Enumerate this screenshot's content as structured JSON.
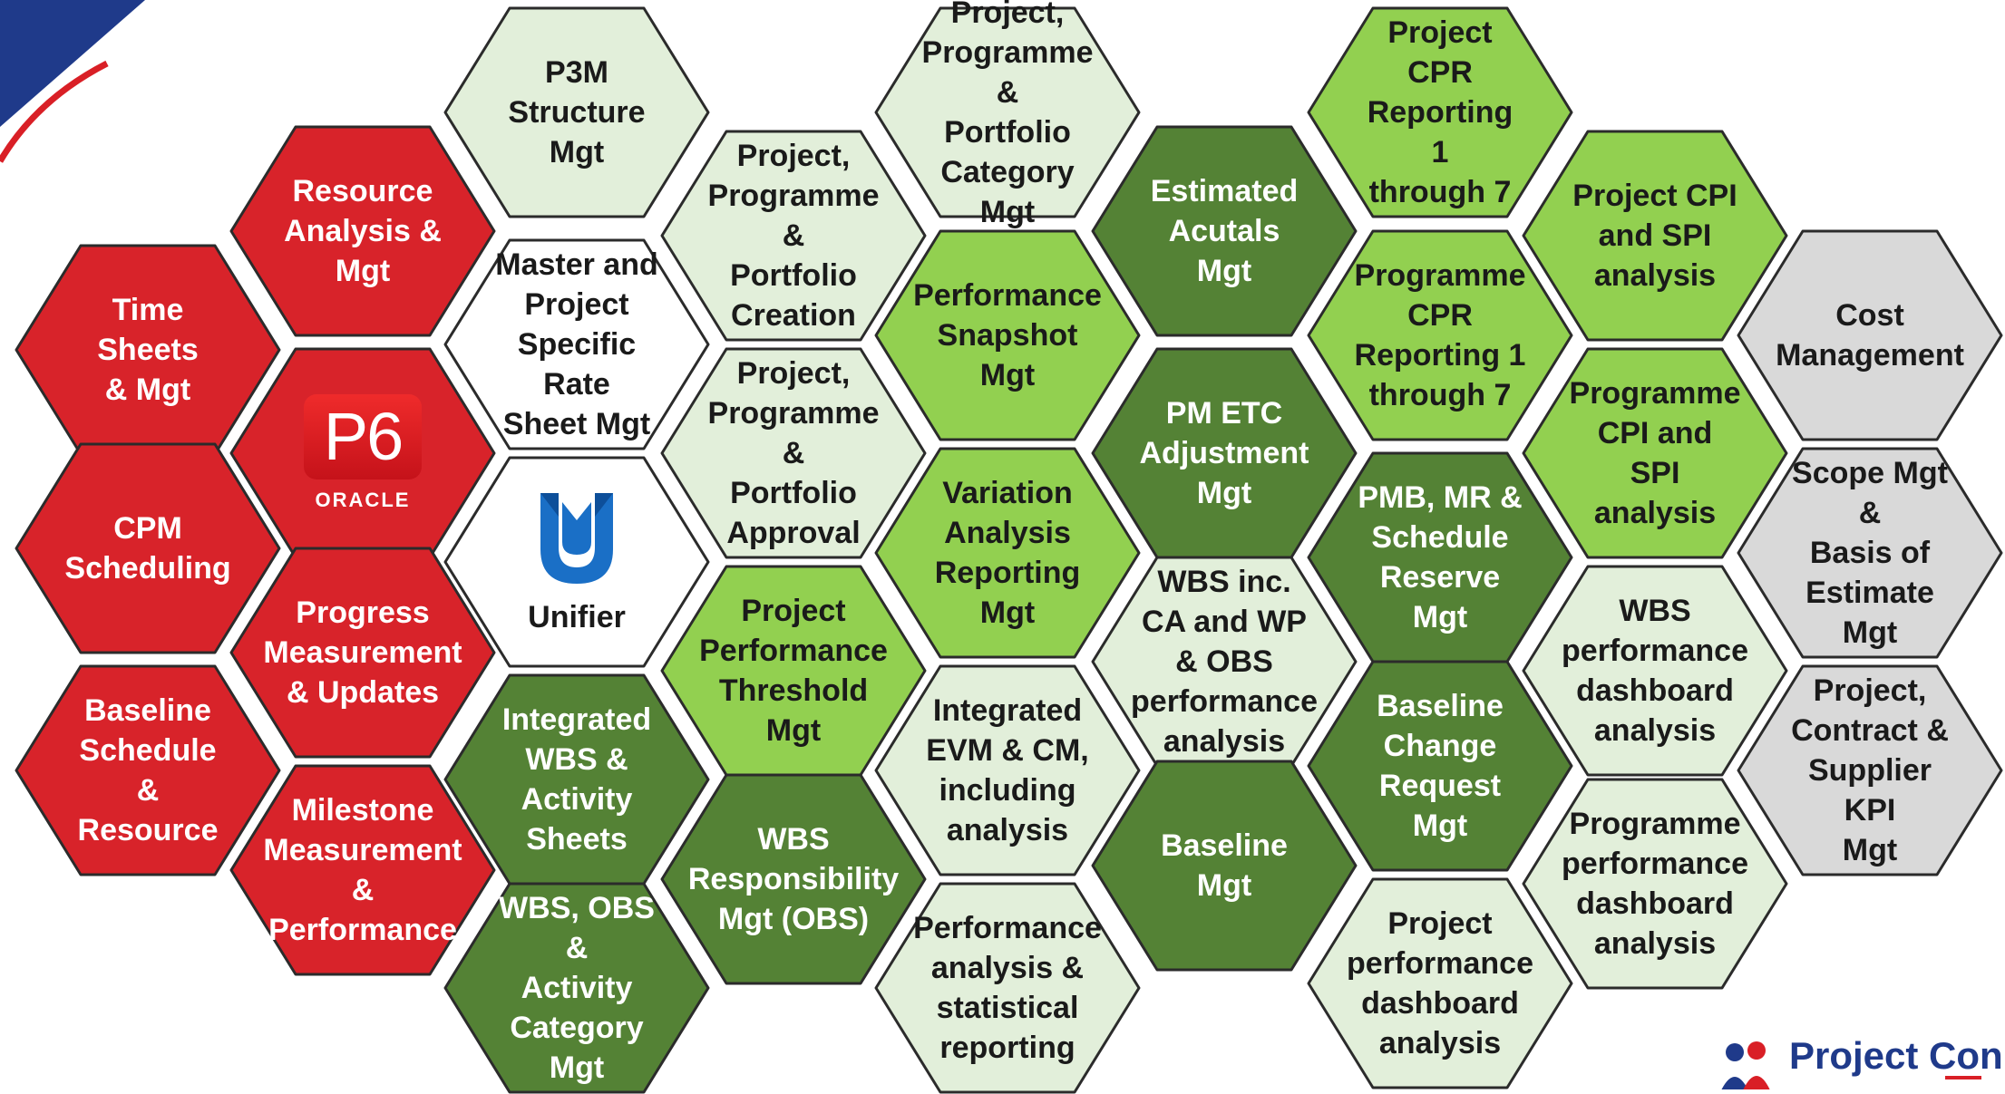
{
  "colors": {
    "red": "#d8232a",
    "dark_green": "#548235",
    "light_green": "#92d050",
    "pale_green": "#e2efda",
    "grey": "#d9d9d9",
    "white": "#ffffff",
    "hex_border": "#2b2b2b",
    "company_blue": "#1f3a8a"
  },
  "hexes": [
    {
      "id": "hex-p3m-structure",
      "label": "P3M\nStructure\nMgt",
      "tone": "pale"
    },
    {
      "id": "hex-resource-analysis",
      "label": "Resource\nAnalysis &\nMgt",
      "tone": "red"
    },
    {
      "id": "hex-master-project-rate",
      "label": "Master and\nProject\nSpecific Rate\nSheet Mgt",
      "tone": "white"
    },
    {
      "id": "hex-time-sheets",
      "label": "Time Sheets\n& Mgt",
      "tone": "red"
    },
    {
      "id": "hex-p6-oracle",
      "label": "",
      "tone": "red",
      "logo": "p6"
    },
    {
      "id": "hex-unifier",
      "label": "Unifier",
      "tone": "white",
      "logo": "unifier"
    },
    {
      "id": "hex-cpm-scheduling",
      "label": "CPM\nScheduling",
      "tone": "red"
    },
    {
      "id": "hex-progress-measurement",
      "label": "Progress\nMeasurement\n& Updates",
      "tone": "red"
    },
    {
      "id": "hex-integrated-wbs",
      "label": "Integrated\nWBS &\nActivity\nSheets",
      "tone": "dark"
    },
    {
      "id": "hex-baseline-schedule",
      "label": "Baseline\nSchedule &\nResource",
      "tone": "red"
    },
    {
      "id": "hex-milestone-measurement",
      "label": "Milestone\nMeasurement\n&\nPerformance",
      "tone": "red"
    },
    {
      "id": "hex-wbs-obs-activity",
      "label": "WBS, OBS &\nActivity\nCategory Mgt",
      "tone": "dark"
    },
    {
      "id": "hex-ppp-creation",
      "label": "Project,\nProgramme &\nPortfolio\nCreation",
      "tone": "pale"
    },
    {
      "id": "hex-ppp-approval",
      "label": "Project,\nProgramme &\nPortfolio\nApproval",
      "tone": "pale"
    },
    {
      "id": "hex-project-threshold",
      "label": "Project\nPerformance\nThreshold\nMgt",
      "tone": "light"
    },
    {
      "id": "hex-wbs-responsibility",
      "label": "WBS\nResponsibility\nMgt (OBS)",
      "tone": "dark"
    },
    {
      "id": "hex-ppp-category",
      "label": "Project,\nProgramme &\nPortfolio\nCategory Mgt",
      "tone": "pale"
    },
    {
      "id": "hex-performance-snapshot",
      "label": "Performance\nSnapshot Mgt",
      "tone": "light"
    },
    {
      "id": "hex-variation-analysis",
      "label": "Variation\nAnalysis\nReporting\nMgt",
      "tone": "light"
    },
    {
      "id": "hex-integrated-evm",
      "label": "Integrated\nEVM & CM,\nincluding\nanalysis",
      "tone": "pale"
    },
    {
      "id": "hex-performance-statistical",
      "label": "Performance\nanalysis &\nstatistical\nreporting",
      "tone": "pale"
    },
    {
      "id": "hex-estimated-acutals",
      "label": "Estimated\nAcutals Mgt",
      "tone": "dark"
    },
    {
      "id": "hex-pm-etc",
      "label": "PM ETC\nAdjustment\nMgt",
      "tone": "dark"
    },
    {
      "id": "hex-wbs-ca-wp",
      "label": "WBS inc.\nCA and WP\n& OBS\nperformance\nanalysis",
      "tone": "pale"
    },
    {
      "id": "hex-baseline-mgt",
      "label": "Baseline Mgt",
      "tone": "dark"
    },
    {
      "id": "hex-project-cpr",
      "label": "Project CPR\nReporting 1\nthrough 7",
      "tone": "light"
    },
    {
      "id": "hex-programme-cpr",
      "label": "Programme\nCPR\nReporting 1\nthrough 7",
      "tone": "light"
    },
    {
      "id": "hex-pmb-mr",
      "label": "PMB, MR &\nSchedule\nReserve Mgt",
      "tone": "dark"
    },
    {
      "id": "hex-baseline-change",
      "label": "Baseline\nChange\nRequest Mgt",
      "tone": "dark"
    },
    {
      "id": "hex-project-performance-dashboard",
      "label": "Project\nperformance\ndashboard\nanalysis",
      "tone": "pale"
    },
    {
      "id": "hex-project-cpi-spi",
      "label": "Project CPI\nand SPI\nanalysis",
      "tone": "light"
    },
    {
      "id": "hex-programme-cpi-spi",
      "label": "Programme\nCPI and SPI\nanalysis",
      "tone": "light"
    },
    {
      "id": "hex-wbs-performance-dashboard",
      "label": "WBS\nperformance\ndashboard\nanalysis",
      "tone": "pale"
    },
    {
      "id": "hex-programme-performance-dashboard",
      "label": "Programme\nperformance\ndashboard\nanalysis",
      "tone": "pale"
    },
    {
      "id": "hex-cost-management",
      "label": "Cost\nManagement",
      "tone": "grey"
    },
    {
      "id": "hex-scope-mgt",
      "label": "Scope Mgt &\nBasis of\nEstimate Mgt",
      "tone": "grey"
    },
    {
      "id": "hex-kpi-mgt",
      "label": "Project,\nContract &\nSupplier KPI\nMgt",
      "tone": "grey"
    }
  ],
  "logos": {
    "p6_text": "P6",
    "oracle_text": "ORACLE"
  },
  "company": {
    "name": "Project Con"
  }
}
